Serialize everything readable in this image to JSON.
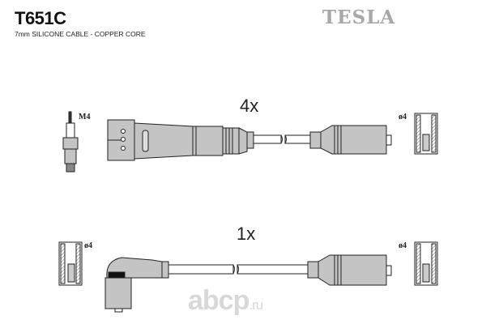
{
  "header": {
    "part_number": "T651C",
    "description": "7mm SILICONE CABLE - COPPER CORE",
    "brand": "TESLA"
  },
  "sets": [
    {
      "quantity": "4x",
      "plug_thread": "M4",
      "terminal": "ø4"
    },
    {
      "quantity": "1x",
      "left_terminal": "ø4",
      "right_terminal": "ø4"
    }
  ],
  "watermark": {
    "main": "abcp",
    "suffix": ".ru"
  },
  "colors": {
    "part_fill": "#c4c4c4",
    "line": "#222222",
    "brand": "#a8a8a8"
  }
}
